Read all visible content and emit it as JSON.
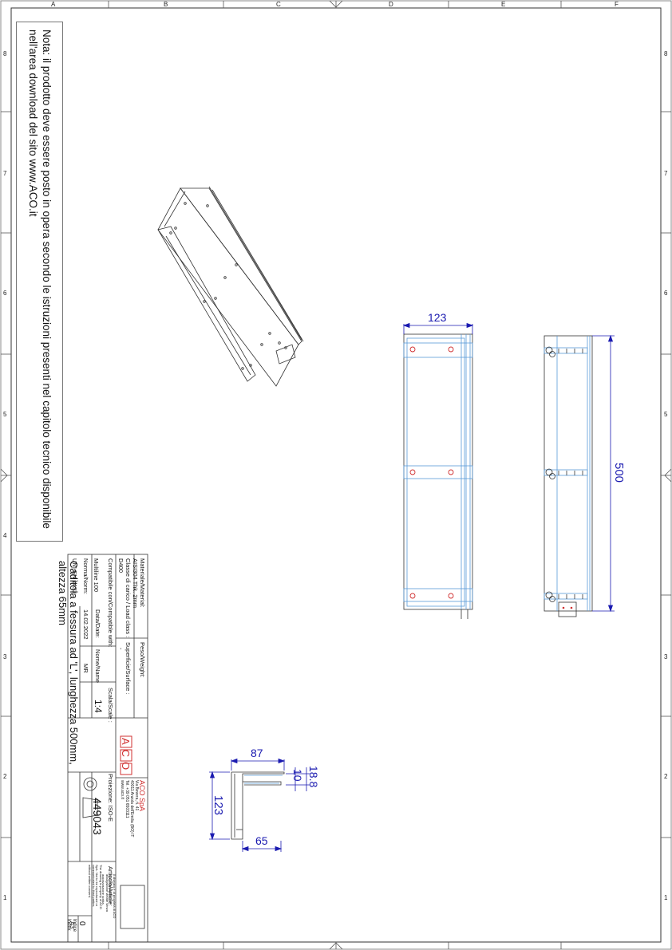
{
  "note": {
    "line1": "Nota: il prodotto deve essere posto in opera secondo le istruzioni presenti nel capitolo tecnico disponibile",
    "line2": "nell'area download del sito www.ACO.it"
  },
  "title_block": {
    "material_label": "Materiale/Material:",
    "material_value": "AISI304 Thk. 2mm",
    "weight_label": "Peso/Weight:",
    "load_class_label": "Classe di carico / Load class :",
    "load_class_value": "D400",
    "surface_label": "Superficie/Surface :",
    "surface_value": "-",
    "compatible_label": "Compatibile con/Compatible with:",
    "compatible_value": "Multiline 100",
    "norm_label": "Norma/Norm:",
    "norm_value": "UNI EN 1433",
    "date_label": "Data/Date:",
    "date_value": "14.02.2022",
    "name_label": "Nome/Name",
    "name_value": "MR",
    "scale_label": "Scala/Scale :",
    "scale_value": "1:4",
    "title_line1": "Caditoia a fessura ad 'L', lunghezza 500mm,",
    "title_line2": "altezza 65mm",
    "company_name": "ACO SpA",
    "company_addr1": "Via Bevera, n. 41",
    "company_addr2": "40011 Anzola dell'Emilia (BO) IT",
    "company_tel": "Tel. +39 051 6503111",
    "company_web": "www.aco.it",
    "projection_label": "Proiezione: ISO-E",
    "article_label": "Articolo/Article:",
    "article_value": "449043",
    "index_label": "Indice Index",
    "index_value": "0",
    "sheet_size": "A3",
    "logo_text": "ACO",
    "legal_text_1": "The drawing is property of ACO SpA. Not to be reproduced or communicated to third parties without written consent.",
    "legal_text_2": "Il disegno è di proprietà di ACO SpA. Riproduzione e divulgazione vietate senza autorizzazione scritta."
  },
  "dimensions": {
    "front_width": "123",
    "side_length": "500",
    "section_top": "87",
    "section_height": "123",
    "section_bottom": "65",
    "section_slot": "10",
    "section_lip": "18.8"
  },
  "grid": {
    "columns": [
      "A",
      "B",
      "C",
      "D",
      "E",
      "F"
    ],
    "rows": [
      "8",
      "7",
      "6",
      "5",
      "4",
      "3",
      "2",
      "1"
    ]
  },
  "colors": {
    "line": "#333333",
    "dimension": "#1a1ab0",
    "part_outline": "#5a9bd8",
    "hole": "#d03030",
    "logo": "#d03030"
  }
}
